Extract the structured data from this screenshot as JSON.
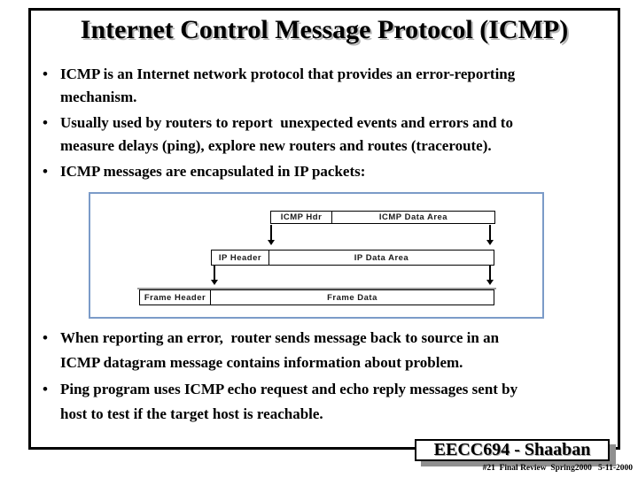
{
  "slide": {
    "title": "Internet Control Message Protocol (ICMP)",
    "bullet_char": "•",
    "bullets_top": [
      {
        "lines": [
          "ICMP is an Internet network protocol that provides an error-reporting",
          "mechanism."
        ]
      },
      {
        "lines": [
          "Usually used by routers to report  unexpected events and errors and to",
          "measure delays (ping), explore new routers and routes (traceroute)."
        ]
      },
      {
        "lines": [
          "ICMP messages are encapsulated in IP packets:"
        ]
      }
    ],
    "diagram": {
      "description": "ICMP encapsulation in IP packets",
      "arrow_icon": "down-arrow",
      "rows": [
        {
          "header": "ICMP Hdr",
          "data": "ICMP Data Area"
        },
        {
          "header": "IP Header",
          "data": "IP Data Area"
        },
        {
          "header": "Frame Header",
          "data": "Frame Data"
        }
      ]
    },
    "bullets_bottom": [
      {
        "lines": [
          "When reporting an error,  router sends message back to source in an",
          "ICMP datagram message contains information about problem."
        ]
      },
      {
        "lines": [
          "Ping program uses ICMP echo request and echo reply messages sent by",
          "host to test if the target host is reachable."
        ]
      }
    ],
    "footer": {
      "course": "EECC694 - Shaaban",
      "meta": "#21  Final Review  Spring2000   5-11-2000"
    },
    "colors": {
      "diagram_border": "#7b9bc8",
      "slide_border": "#000000",
      "footer_shadow": "#8f8f8f",
      "title_shadow": "#b4b4b4"
    }
  }
}
